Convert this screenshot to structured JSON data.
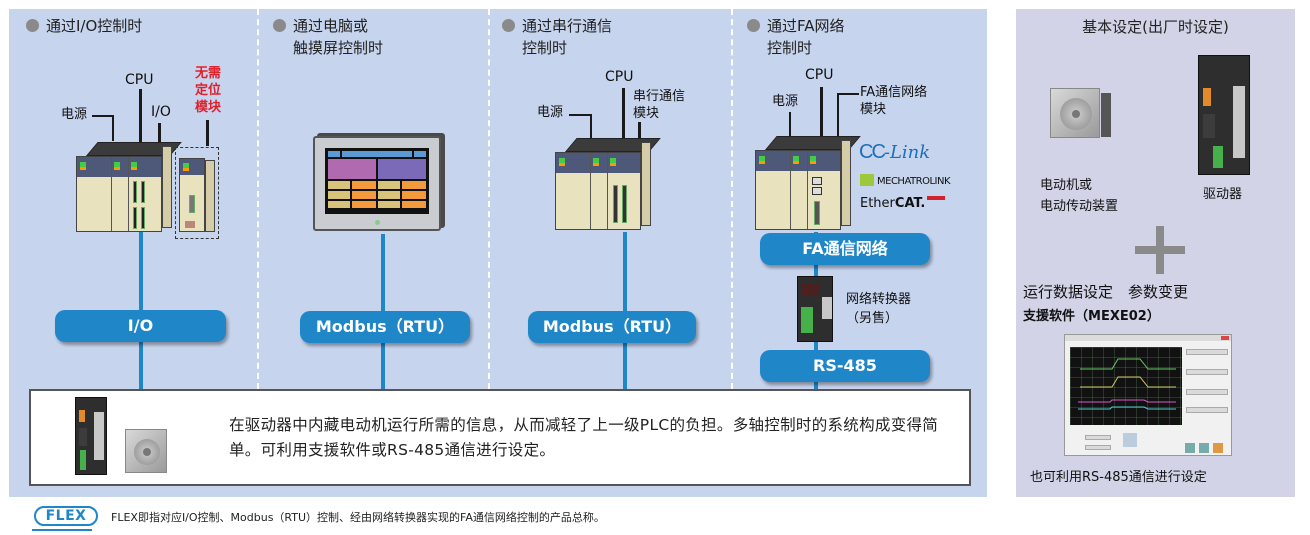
{
  "sections": [
    {
      "title_line1": "通过I/O控制时",
      "title_line2": "",
      "bus_label": "I/O"
    },
    {
      "title_line1": "通过电脑或",
      "title_line2": "触摸屏控制时",
      "bus_label": "Modbus（RTU）"
    },
    {
      "title_line1": "通过串行通信",
      "title_line2": "控制时",
      "bus_label": "Modbus（RTU）"
    },
    {
      "title_line1": "通过FA网络",
      "title_line2": "控制时",
      "bus_label": "FA通信网络",
      "bus_label_2": "RS-485"
    }
  ],
  "labels": {
    "io_power": "电源",
    "io_cpu": "CPU",
    "io_io": "I/O",
    "io_no_module": [
      "无需",
      "定位",
      "模块"
    ],
    "serial_power": "电源",
    "serial_cpu": "CPU",
    "serial_module": [
      "串行通信",
      "模块"
    ],
    "fa_power": "电源",
    "fa_cpu": "CPU",
    "fa_module": [
      "FA通信网络",
      "模块"
    ],
    "converter": [
      "网络转换器",
      "（另售）"
    ]
  },
  "network_logos": {
    "cclink_cc": "CC",
    "cclink_link": "-Link",
    "mechatrolink": "MECHATROLINK",
    "ethercat_prefix": "Ether",
    "ethercat_bold": "CAT."
  },
  "info_box": {
    "text": "在驱动器中内藏电动机运行所需的信息，从而减轻了上一级PLC的负担。多轴控制时的系统构成变得简单。可利用支援软件或RS-485通信进行设定。"
  },
  "right_panel": {
    "title": "基本设定(出厂时设定)",
    "motor_label": [
      "电动机或",
      "电动传动装置"
    ],
    "driver_label": "驱动器",
    "settings_label": "运行数据设定　参数变更",
    "software_label_prefix": "支援软件（",
    "software_name": "MEXE02",
    "software_label_suffix": "）",
    "rs485_note": "也可利用RS-485通信进行设定"
  },
  "footer": {
    "logo": "FLEX",
    "text": "FLEX即指对应I/O控制、Modbus（RTU）控制、经由网络转换器实现的FA通信网络控制的产品总称。"
  },
  "colors": {
    "main_bg": "#c6d4ee",
    "right_bg": "#d3d3e8",
    "bus_blue": "#1f86c8",
    "warning_red": "#e0202a",
    "bullet_gray": "#8a8a8a"
  }
}
